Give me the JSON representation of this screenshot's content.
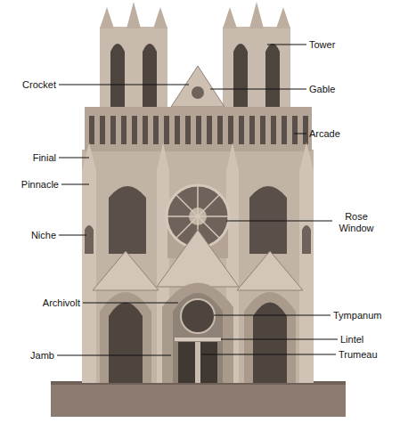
{
  "diagram": {
    "labels": [
      "Tower",
      "Crocket",
      "Gable",
      "Arcade",
      "Finial",
      "Pinnacle",
      "Rose Window",
      "Niche",
      "Archivolt",
      "Tympanum",
      "Lintel",
      "Jamb",
      "Trumeau"
    ]
  }
}
